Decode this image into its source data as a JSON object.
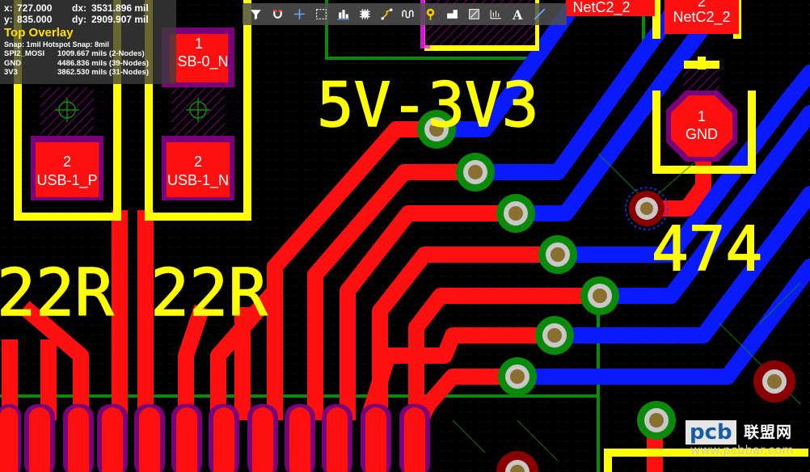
{
  "colors": {
    "background": "#000000",
    "top_layer": "#ff0000",
    "bottom_layer": "#0a1aff",
    "top_overlay": "#ffff00",
    "solder_mask": "#800080",
    "keepout": "#00a000",
    "pad_text": "#ffffff",
    "via_ring_green": "#0a8a0a",
    "via_ring_red": "#8a0000",
    "via_hole": "#8a7030"
  },
  "readout": {
    "x_label": "x:",
    "x_value": "727.000",
    "dx_label": "dx:",
    "dx_value": "3531.896 mil",
    "y_label": "y:",
    "y_value": "835.000",
    "dy_label": "dy:",
    "dy_value": "2909.907 mil",
    "layer": "Top Overlay",
    "snap": "Snap: 1mil Hotspot Snap: 8mil",
    "nets": [
      {
        "name": "SPI2_MOSI",
        "length": "1009.667 mils (2-Nodes)"
      },
      {
        "name": "GND",
        "length": "4486.836 mils (39-Nodes)"
      },
      {
        "name": "3V3",
        "length": "3862.530 mils (31-Nodes)"
      }
    ]
  },
  "toolbar": {
    "tools": [
      "filter-icon",
      "magnet-icon",
      "plus-icon",
      "select-rect-icon",
      "align-icon",
      "component-icon",
      "route-icon",
      "diff-pair-icon",
      "via-icon",
      "fill-icon",
      "polygon-icon",
      "dimension-icon",
      "text-icon",
      "line-icon"
    ]
  },
  "silkscreen": {
    "label_5v3v3": "5V-3V3",
    "label_474": "474",
    "label_22r_left": "22R",
    "label_22r_right": "22R"
  },
  "pads": {
    "usb0_num": "1",
    "usb0_net": "SB-0_N",
    "usb1p_num": "2",
    "usb1p_net": "USB-1_P",
    "usb1n_num": "2",
    "usb1n_net": "USB-1_N",
    "netc2_left": "NetC2_2",
    "netc2_right_num": "2",
    "netc2_right_net": "NetC2_2",
    "gnd_num": "1",
    "gnd_net": "GND"
  },
  "watermark": {
    "logo": "pcb",
    "cn": "联盟网",
    "url": "www.pcbbar.com"
  }
}
